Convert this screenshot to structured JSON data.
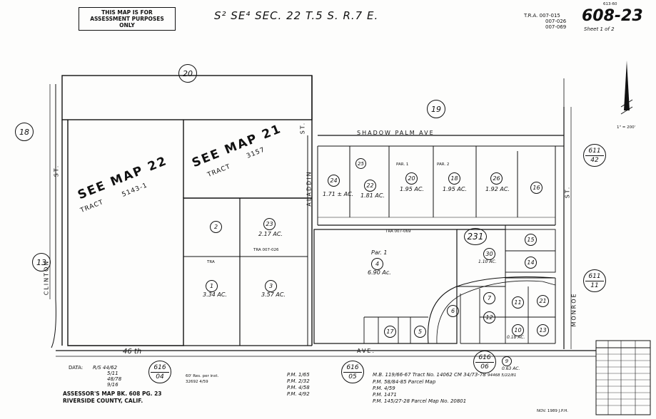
{
  "header": {
    "notice_line1": "THIS MAP IS FOR",
    "notice_line2": "ASSESSMENT PURPOSES ONLY",
    "section_title": "S² SE⁴ SEC. 22   T.5 S. R.7 E.",
    "tra_label": "T.R.A. 007-015",
    "tra_2": "007-026",
    "tra_3": "007-069",
    "book_page": "608-23",
    "sheet": "Sheet 1 of 2",
    "corner_note": "613-60"
  },
  "adjacent_maps": {
    "north": "20",
    "north_east": "19",
    "west_top": "18",
    "west_bottom": "13",
    "east_top_a": "611",
    "east_top_b": "42",
    "east_bottom_a": "611",
    "east_bottom_b": "11",
    "south_1a": "616",
    "south_1b": "04",
    "south_2a": "616",
    "south_2b": "05",
    "south_3a": "616",
    "south_3b": "06",
    "block_number": "231"
  },
  "areas": {
    "see_map_22": "SEE MAP 22",
    "tract_5143": "TRACT",
    "tract_5143_no": "5143-1",
    "see_map_21": "SEE MAP 21",
    "tract_3157": "TRACT",
    "tract_3157_no": "3157"
  },
  "streets": {
    "shadow_palm": "SHADOW PALM AVE",
    "aladdin": "ALADDIN",
    "clinton": "CLINTON",
    "monroe": "MONROE",
    "ave_46": "46 th",
    "ave": "AVE.",
    "st": "ST.",
    "st2": "ST.",
    "st3": "ST."
  },
  "parcels": [
    {
      "no": "24",
      "acres": "1.71 ± AC."
    },
    {
      "no": "22",
      "acres": "1.81 AC."
    },
    {
      "no": "20",
      "acres": "1.95 AC."
    },
    {
      "no": "18",
      "acres": "1.95 AC."
    },
    {
      "no": "26",
      "acres": "1.92 AC."
    },
    {
      "no": "16",
      "acres": ""
    },
    {
      "no": "2",
      "acres": ""
    },
    {
      "no": "23",
      "acres": "2.17 AC."
    },
    {
      "no": "1",
      "acres": "3.34 AC."
    },
    {
      "no": "3",
      "acres": "3.57 AC."
    },
    {
      "no": "4",
      "acres": "6.90 Ac."
    },
    {
      "no": "30",
      "acres": "1.10 AC."
    },
    {
      "no": "15",
      "acres": ""
    },
    {
      "no": "14",
      "acres": ""
    },
    {
      "no": "6",
      "acres": ""
    },
    {
      "no": "12",
      "acres": ""
    },
    {
      "no": "10",
      "acres": "0.18 AC."
    },
    {
      "no": "13",
      "acres": ""
    },
    {
      "no": "11",
      "acres": ""
    },
    {
      "no": "21",
      "acres": ""
    },
    {
      "no": "7",
      "acres": ""
    },
    {
      "no": "5",
      "acres": ""
    },
    {
      "no": "17",
      "acres": ""
    },
    {
      "no": "25",
      "acres": ""
    },
    {
      "no": "9",
      "acres": "0.63 AC."
    }
  ],
  "labels": {
    "par1": "Par. 1",
    "par1b": "PAR. 1",
    "par2": "PAR. 2",
    "tra_a": "TRA 007-069",
    "tra_b": "TRA 007-026",
    "tra": "TRA",
    "scale": "1\" = 200'"
  },
  "footer": {
    "data": "DATA:",
    "rs": "R/S 44/62",
    "rs2": "5/11",
    "rs3": "48/78",
    "rs4": "9/16",
    "book": "ASSESSOR'S MAP BK. 608 PG. 23",
    "county": "RIVERSIDE COUNTY, CALIF.",
    "rec": "60' Res. per inst.",
    "rec2": "32692 4/59",
    "pm1": "P.M. 1/65",
    "pm2": "P.M. 2/32",
    "pm3": "P.M. 4/58",
    "pm4": "P.M. 4/92",
    "mb1": "M.B. 119/66-67 Tract No. 14062 CM 34/73-78",
    "mb1_date": "94468 5/22/81",
    "mb2": "P.M. 58/84-85 Parcel Map",
    "mb3": "P.M. 4/59",
    "mb4": "P.M. 1471",
    "mb5": "P.M. 145/27-28 Parcel Map No. 20801",
    "date": "NOV. 1989  J.P.H."
  },
  "colors": {
    "ink": "#111111",
    "paper": "#fdfdfc"
  }
}
